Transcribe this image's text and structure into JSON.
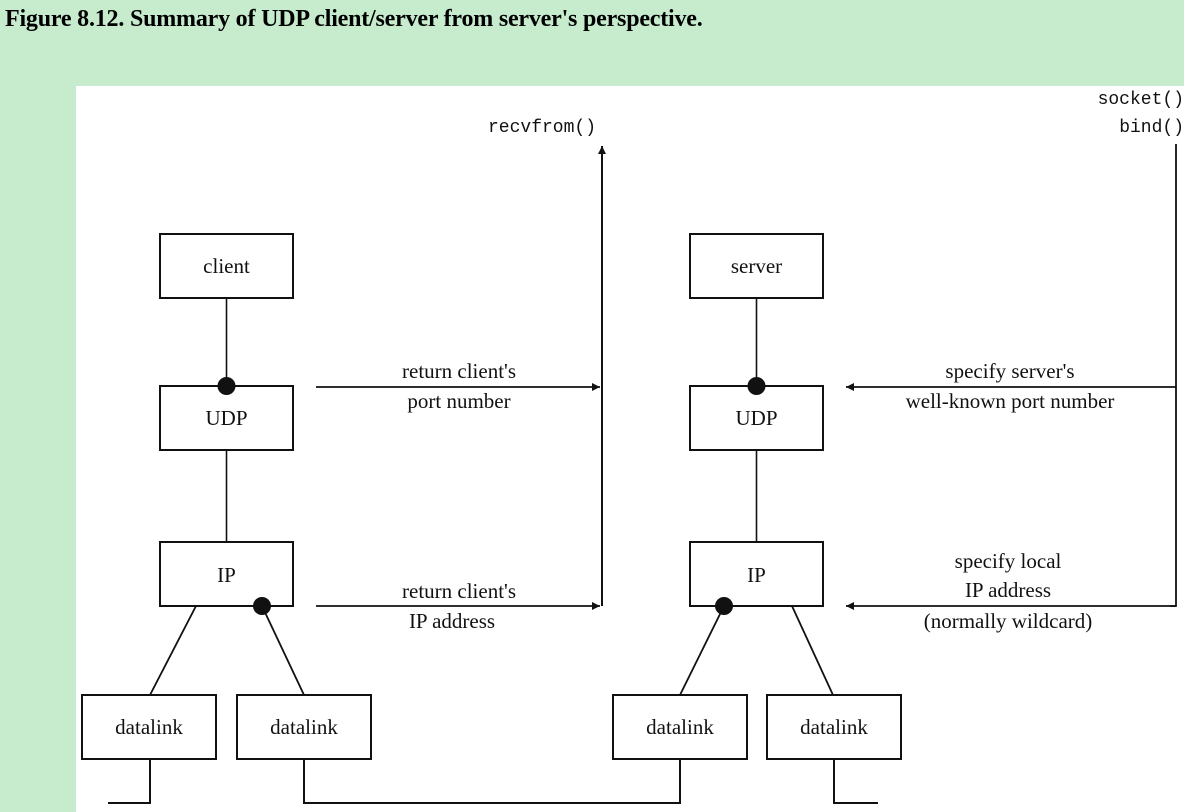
{
  "caption": "Figure 8.12. Summary of UDP client/server from server's perspective.",
  "diagram": {
    "functions": {
      "recvfrom": "recvfrom()",
      "socket": "socket()",
      "bind": "bind()"
    },
    "client_side": {
      "app": "client",
      "transport": "UDP",
      "network": "IP",
      "datalink_left": "datalink",
      "datalink_right": "datalink"
    },
    "server_side": {
      "app": "server",
      "transport": "UDP",
      "network": "IP",
      "datalink_left": "datalink",
      "datalink_right": "datalink"
    },
    "labels": {
      "return_port_line1": "return client's",
      "return_port_line2": "port number",
      "return_ip_line1": "return client's",
      "return_ip_line2": "IP address",
      "specify_port_line1": "specify server's",
      "specify_port_line2": "well-known port number",
      "specify_ip_line1": "specify local",
      "specify_ip_line2": "IP address",
      "specify_ip_line3": "(normally wildcard)"
    }
  }
}
